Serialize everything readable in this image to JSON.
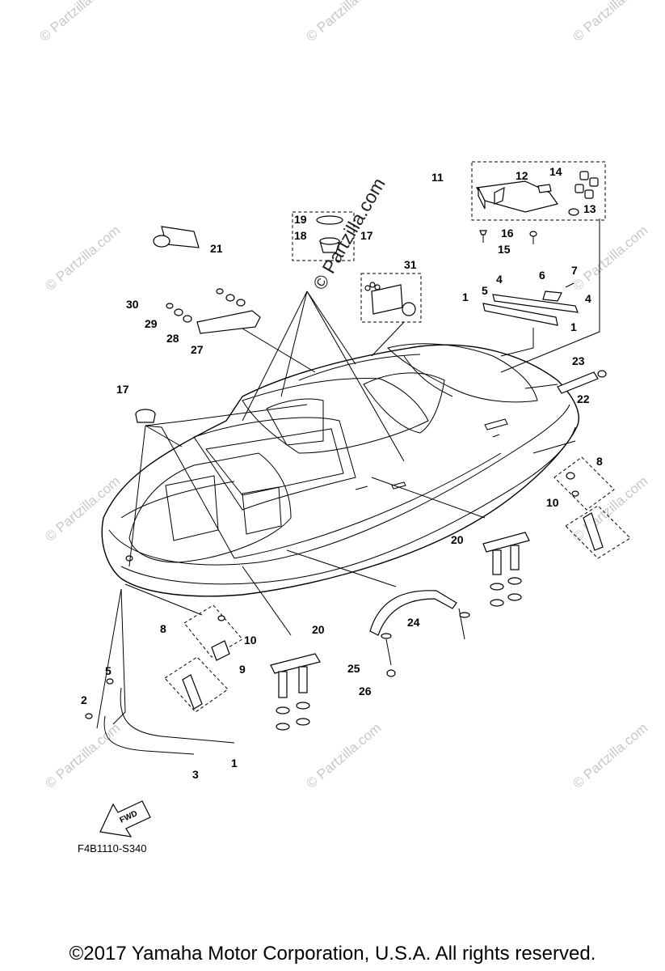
{
  "diagram": {
    "code": "F4B1110-S340",
    "copyright": "©2017  Yamaha Motor Corporation, U.S.A. All rights reserved.",
    "watermark": "© Partzilla.com",
    "fwd_label": "FWD",
    "callouts": {
      "c1a": "1",
      "c1b": "1",
      "c1c": "1",
      "c2": "2",
      "c3": "3",
      "c4a": "4",
      "c4b": "4",
      "c5a": "5",
      "c5b": "5",
      "c6": "6",
      "c7": "7",
      "c8a": "8",
      "c8b": "8",
      "c9": "9",
      "c10a": "10",
      "c10b": "10",
      "c11": "11",
      "c12": "12",
      "c13": "13",
      "c14": "14",
      "c15": "15",
      "c16": "16",
      "c17a": "17",
      "c17b": "17",
      "c18": "18",
      "c19": "19",
      "c20a": "20",
      "c20b": "20",
      "c21": "21",
      "c22": "22",
      "c23": "23",
      "c24": "24",
      "c25": "25",
      "c26": "26",
      "c27": "27",
      "c28": "28",
      "c29": "29",
      "c30": "30",
      "c31": "31"
    }
  }
}
